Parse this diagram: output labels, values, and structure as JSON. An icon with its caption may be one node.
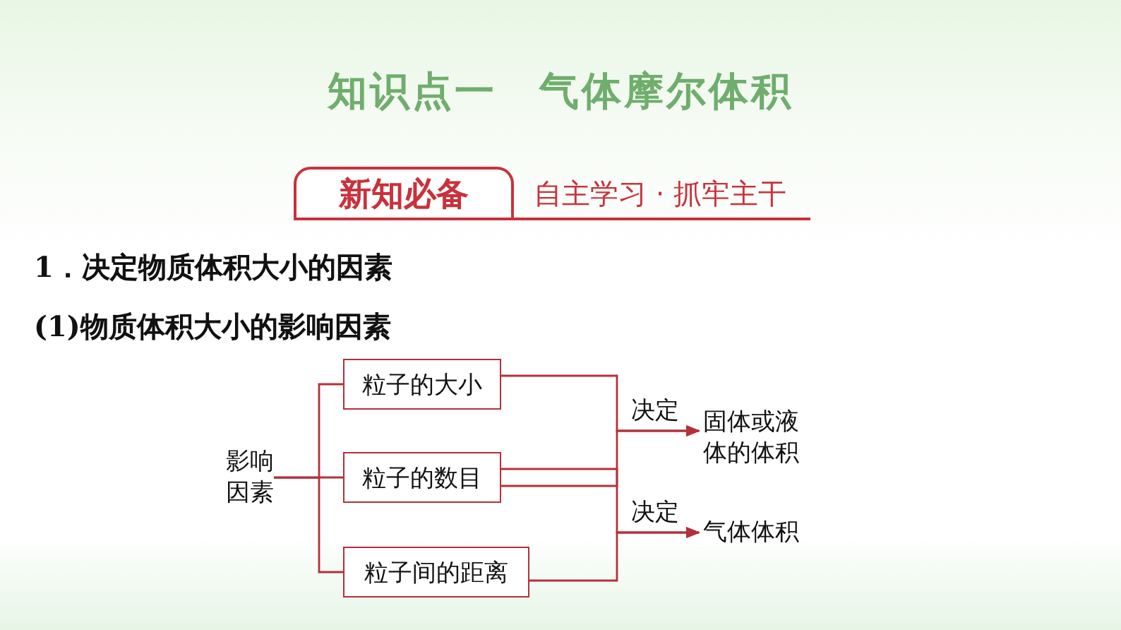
{
  "diagram": {
    "title": "知识点一　气体摩尔体积",
    "nodes": [
      {
        "text": [
          "新知必备"
        ],
        "beside": [
          "自主学习 · 抓牢主干"
        ]
      },
      {
        "text": [
          "影响因素"
        ]
      },
      {
        "text": [
          "粒子的大小"
        ]
      },
      {
        "text": [
          "粒子的数目"
        ]
      },
      {
        "text": [
          "粒子间的距离"
        ]
      },
      {
        "text": [
          "固体或液体的体积"
        ]
      },
      {
        "text": [
          "气体体积"
        ]
      }
    ],
    "edges": [
      {
        "from": 1,
        "to": 2,
        "arrow": "none"
      },
      {
        "from": 1,
        "to": 3,
        "arrow": "none"
      },
      {
        "from": 1,
        "to": 4,
        "arrow": "none"
      },
      {
        "from": 2,
        "to": 5,
        "arrow": "to",
        "label": "决定"
      },
      {
        "from": 3,
        "to": 5,
        "arrow": "to"
      },
      {
        "from": 3,
        "to": 6,
        "arrow": "to",
        "label": "决定"
      },
      {
        "from": 4,
        "to": 6,
        "arrow": "to"
      }
    ],
    "labels": [
      "1．决定物质体积大小的因素",
      "(1)物质体积大小的影响因素"
    ]
  }
}
